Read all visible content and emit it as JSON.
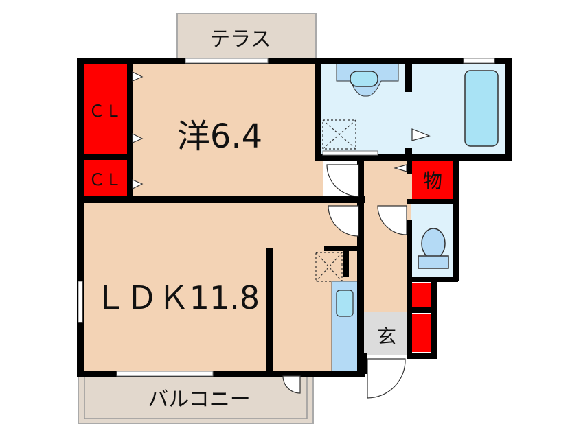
{
  "floorplan": {
    "rooms": {
      "terrace": "テラス",
      "western_room": "洋6.4",
      "closet_1": "ＣＬ",
      "closet_2": "ＣＬ",
      "storage": "物",
      "ldk": "ＬＤＫ11.8",
      "entrance": "玄",
      "balcony": "バルコニー"
    },
    "colors": {
      "floor": "#f3d3b5",
      "closet": "#ff0000",
      "wet_area": "#def2fb",
      "fixture": "#b4daf5",
      "outdoor": "#e2d8cd",
      "entrance": "#dcdcdc",
      "wall": "#000000"
    }
  }
}
